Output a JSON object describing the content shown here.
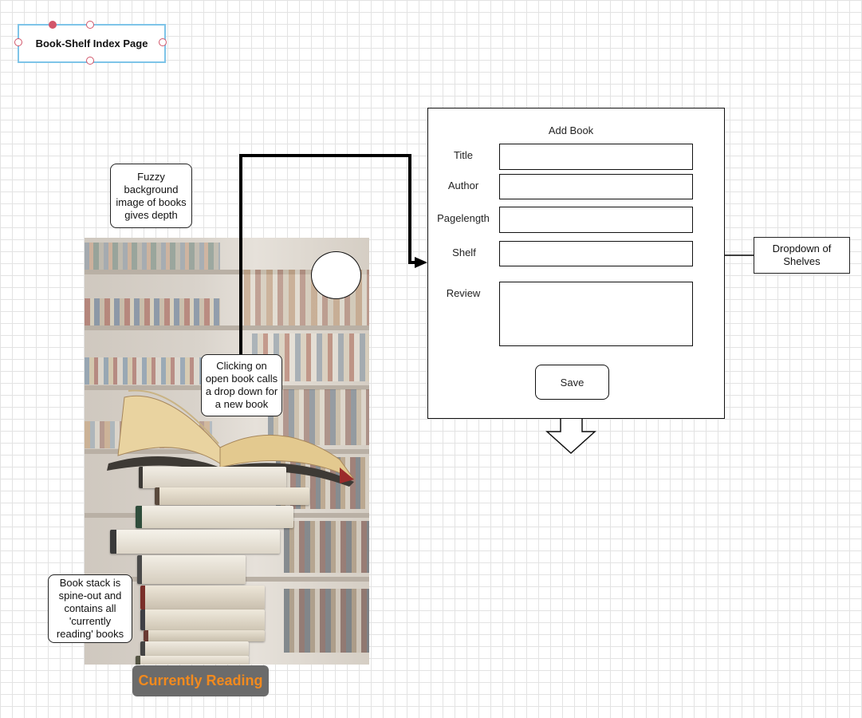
{
  "page_title": "Book-Shelf Index Page",
  "notes": {
    "fuzzy_background": "Fuzzy background image of books gives depth",
    "open_book": "Clicking on open book calls a drop down for a new book",
    "book_stack": "Book stack is spine-out and contains all 'currently reading' books",
    "dropdown_shelves": "Dropdown of Shelves"
  },
  "form": {
    "heading": "Add Book",
    "labels": {
      "title": "Title",
      "author": "Author",
      "pagelength": "Pagelength",
      "shelf": "Shelf",
      "review": "Review"
    },
    "save_label": "Save"
  },
  "currently_reading_label": "Currently Reading",
  "colors": {
    "selection_border": "#7ec4e8",
    "handle": "#d2566a",
    "label_text": "#f28a1e",
    "label_bg": "#6b6b6b"
  }
}
